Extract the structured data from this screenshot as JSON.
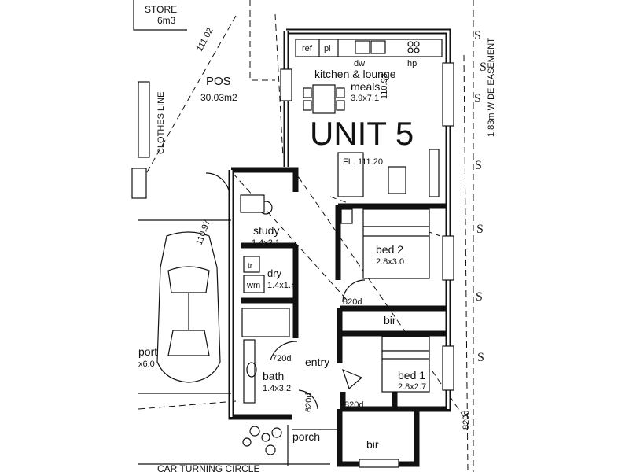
{
  "store": {
    "name": "STORE",
    "size": "6m3"
  },
  "levels": {
    "top_left": "111.02",
    "pos_level": "110.97",
    "kitchen_level": "110.93",
    "floor_level": "FL. 111.20"
  },
  "pos": {
    "name": "POS",
    "area": "30.03m2"
  },
  "clothes_line": "CLOTHES LINE",
  "easement": "1.83m WIDE EASEMENT",
  "unit_title": "UNIT 5",
  "kitchen": {
    "label1": "kitchen & lounge",
    "label2": "meals",
    "size": "3.9x7.1",
    "ref": "ref",
    "pl": "pl",
    "dw": "dw",
    "hp": "hp"
  },
  "study": {
    "name": "study",
    "size": "1.4x2.1"
  },
  "dry": {
    "name": "dry",
    "size": "1.4x1.4",
    "tr": "tr",
    "wm": "wm"
  },
  "bath": {
    "name": "bath",
    "size": "1.4x3.2"
  },
  "bed2": {
    "name": "bed 2",
    "size": "2.8x3.0"
  },
  "bed1": {
    "name": "bed 1",
    "size": "2.8x2.7"
  },
  "bir_top": "bir",
  "bir_bottom": "bir",
  "entry": "entry",
  "porch": "porch",
  "doors": {
    "d820_upper": "820d",
    "d720": "720d",
    "d820_lower": "820d",
    "d620": "620d",
    "d820_right": "820d"
  },
  "carport": {
    "name": "port",
    "size": "x6.0"
  },
  "car_turning": "CAR TURNING CIRCLE",
  "sewer_symbol": "S"
}
